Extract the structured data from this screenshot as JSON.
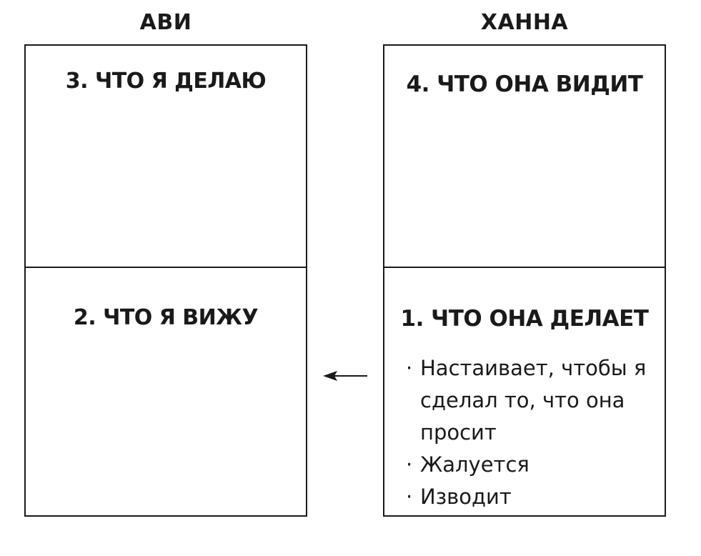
{
  "columns": {
    "left_header": "АВИ",
    "right_header": "ХАННА"
  },
  "panels": {
    "avi_top_title": "3. ЧТО Я ДЕЛАЮ",
    "avi_bottom_title": "2. ЧТО Я ВИЖУ",
    "hanna_top_title": "4. ЧТО ОНА ВИДИТ",
    "hanna_bottom_title": "1. ЧТО ОНА ДЕЛАЕТ",
    "hanna_bottom_bullets": [
      "Настаивает, чтобы я сделал то, что она просит",
      "Жалуется",
      "Изводит"
    ]
  },
  "arrow": {
    "direction": "left",
    "meaning": "from-hanna-to-avi"
  },
  "colors": {
    "ink": "#1a1a1a",
    "background": "#ffffff"
  }
}
